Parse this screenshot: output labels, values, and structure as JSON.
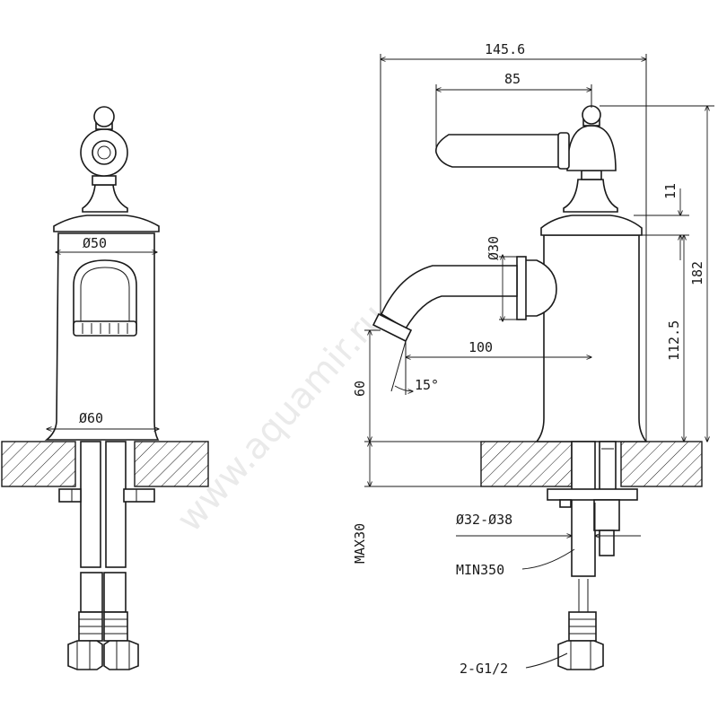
{
  "watermark": "www.aquamir.ru",
  "left_view": {
    "dimensions": {
      "body_diameter_top": "Ø50",
      "body_diameter_base": "Ø60"
    }
  },
  "right_view": {
    "dimensions": {
      "overall_width": "145.6",
      "handle_reach": "85",
      "spout_diameter": "Ø30",
      "spout_reach": "100",
      "spout_angle": "15°",
      "spout_height": "60",
      "collar_height": "11",
      "overall_height": "182",
      "body_height": "112.5",
      "max_thickness": "MAX30",
      "hole_diameter": "Ø32-Ø38",
      "hose_length": "MIN350",
      "hose_thread": "2-G1/2"
    }
  }
}
